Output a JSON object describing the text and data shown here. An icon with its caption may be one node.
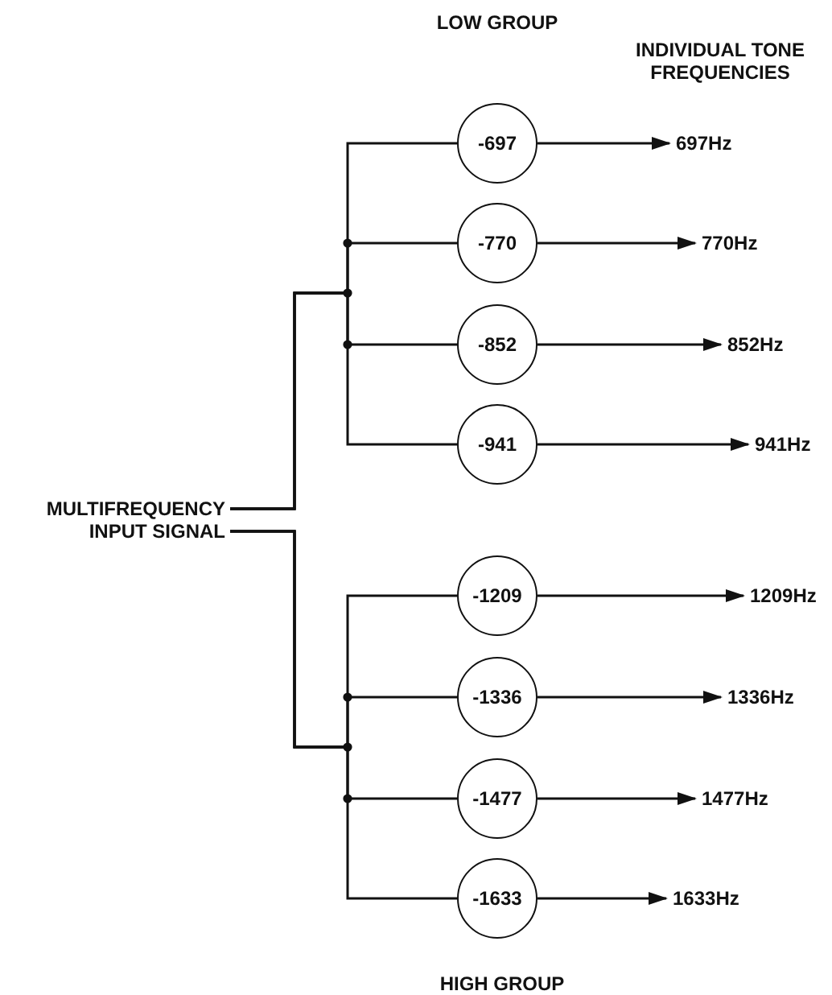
{
  "diagram": {
    "nodes": [
      {
        "text": [
          "MULTIFREQUENCY INPUT SIGNAL"
        ]
      },
      {
        "text": [
          "-697"
        ]
      },
      {
        "text": [
          "-770"
        ]
      },
      {
        "text": [
          "-852"
        ]
      },
      {
        "text": [
          "-941"
        ]
      },
      {
        "text": [
          "-1209"
        ]
      },
      {
        "text": [
          "-1336"
        ]
      },
      {
        "text": [
          "-1477"
        ]
      },
      {
        "text": [
          "-1633"
        ]
      },
      {
        "text": [
          "697Hz"
        ]
      },
      {
        "text": [
          "770Hz"
        ]
      },
      {
        "text": [
          "852Hz"
        ]
      },
      {
        "text": [
          "941Hz"
        ]
      },
      {
        "text": [
          "1209Hz"
        ]
      },
      {
        "text": [
          "1336Hz"
        ]
      },
      {
        "text": [
          "1477Hz"
        ]
      },
      {
        "text": [
          "1633Hz"
        ]
      }
    ],
    "edges": [
      {
        "from": 0,
        "to": 1,
        "arrow": "none"
      },
      {
        "from": 0,
        "to": 2,
        "arrow": "none"
      },
      {
        "from": 0,
        "to": 3,
        "arrow": "none"
      },
      {
        "from": 0,
        "to": 4,
        "arrow": "none"
      },
      {
        "from": 0,
        "to": 5,
        "arrow": "none"
      },
      {
        "from": 0,
        "to": 6,
        "arrow": "none"
      },
      {
        "from": 0,
        "to": 7,
        "arrow": "none"
      },
      {
        "from": 0,
        "to": 8,
        "arrow": "none"
      },
      {
        "from": 1,
        "to": 9,
        "arrow": "to"
      },
      {
        "from": 2,
        "to": 10,
        "arrow": "to"
      },
      {
        "from": 3,
        "to": 11,
        "arrow": "to"
      },
      {
        "from": 4,
        "to": 12,
        "arrow": "to"
      },
      {
        "from": 5,
        "to": 13,
        "arrow": "to"
      },
      {
        "from": 6,
        "to": 14,
        "arrow": "to"
      },
      {
        "from": 7,
        "to": 15,
        "arrow": "to"
      },
      {
        "from": 8,
        "to": 16,
        "arrow": "to"
      }
    ],
    "labels": [
      "LOW GROUP",
      "INDIVIDUAL TONE FREQUENCIES",
      "HIGH GROUP"
    ]
  }
}
